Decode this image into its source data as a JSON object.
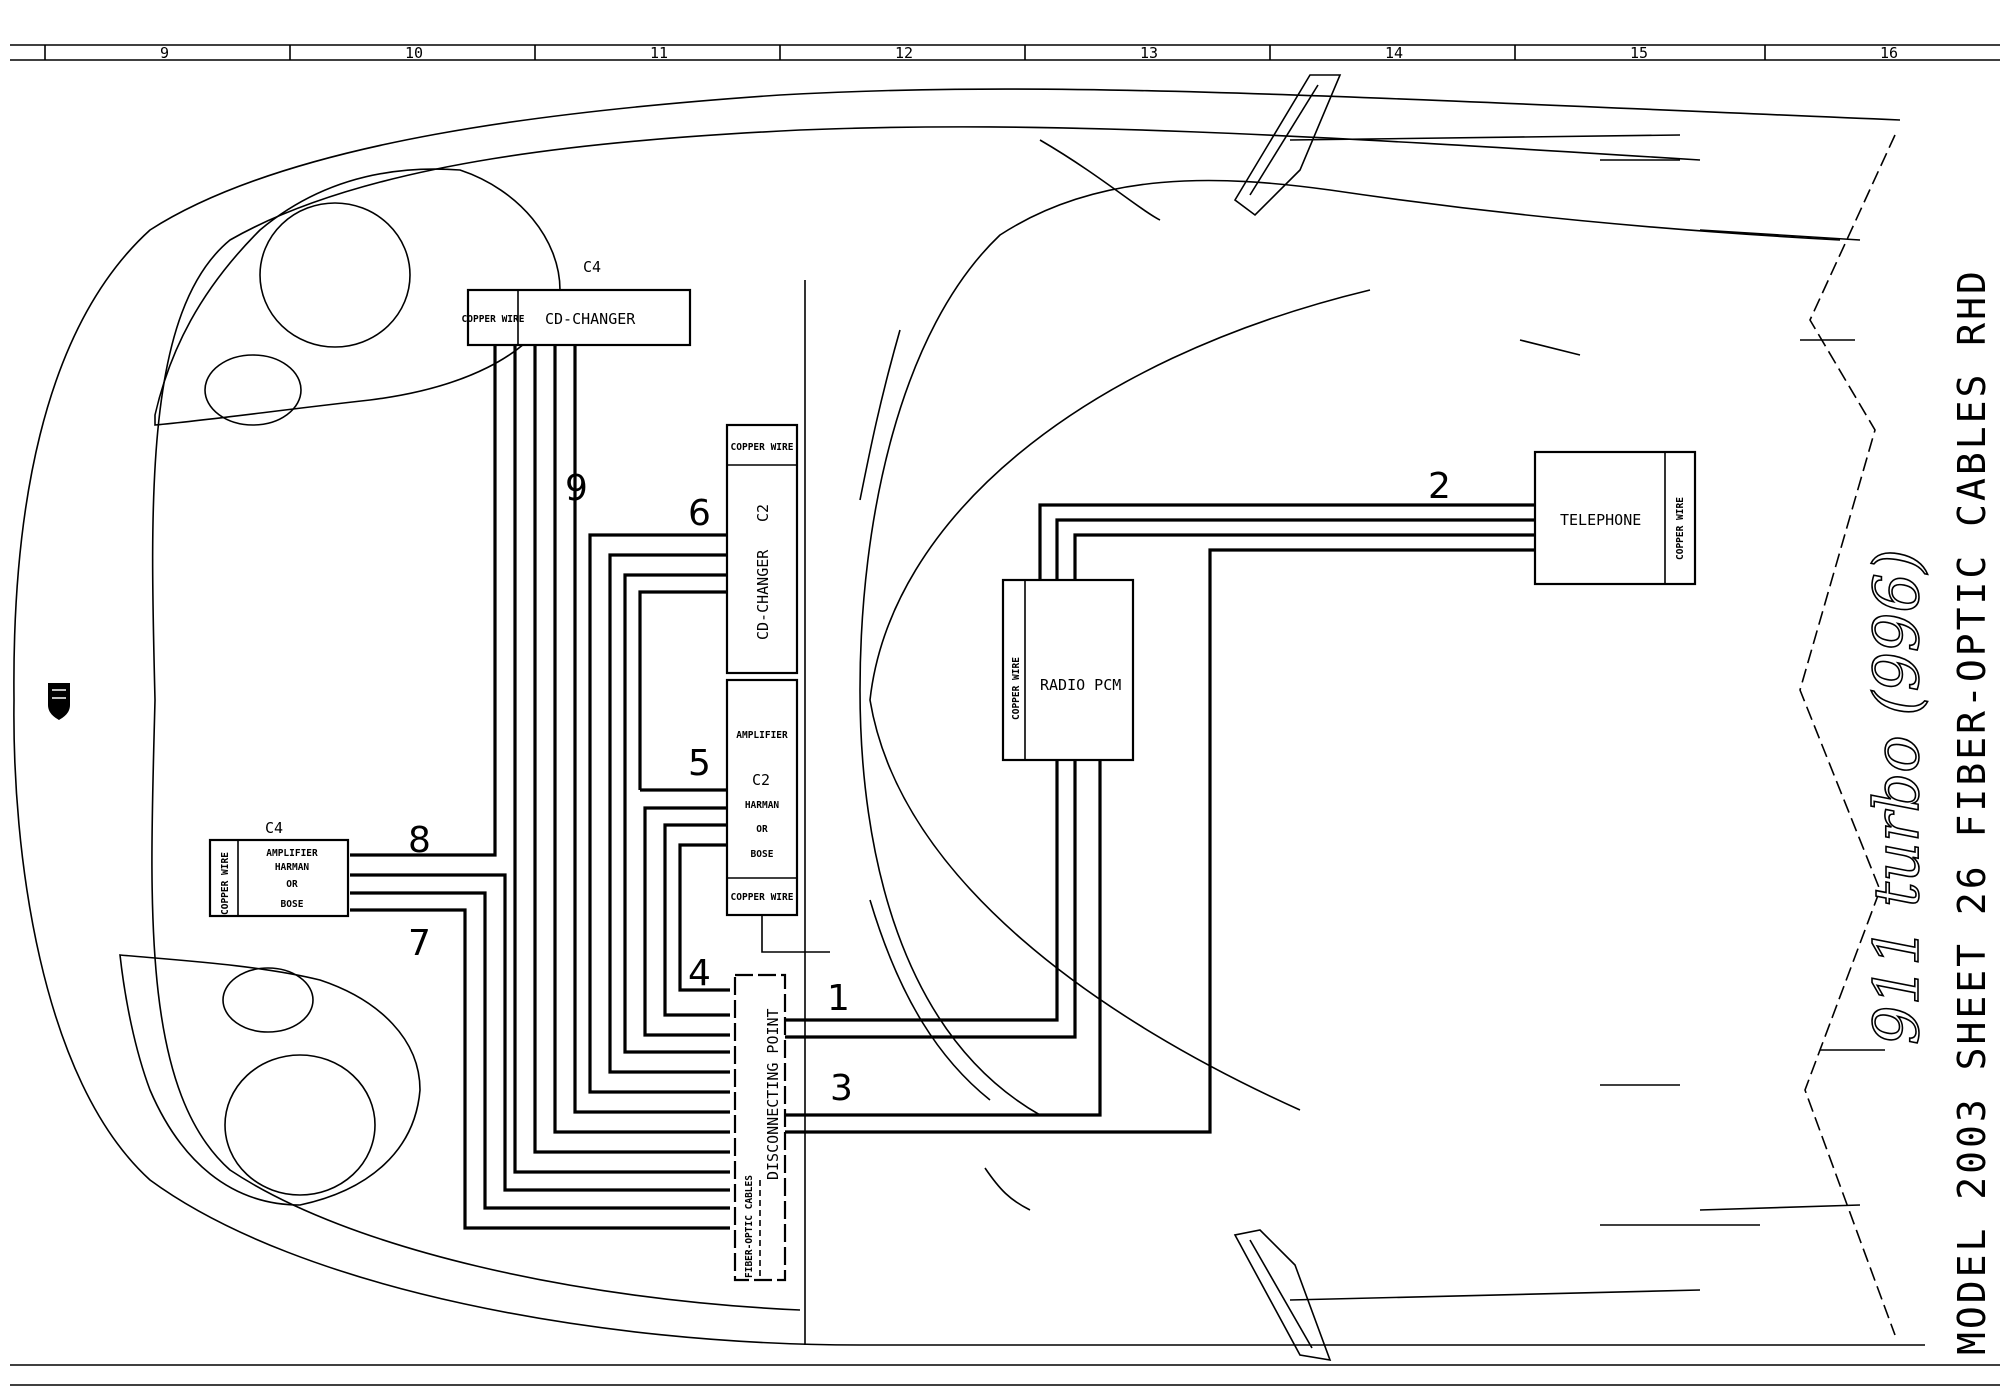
{
  "column_numbers": [
    "9",
    "10",
    "11",
    "12",
    "13",
    "14",
    "15",
    "16"
  ],
  "title": {
    "script": "911 turbo (996)",
    "line": "MODEL 2003   SHEET 26   FIBER-OPTIC CABLES RHD"
  },
  "components": {
    "cd_changer_c4": {
      "connector": "C4",
      "side_label": "COPPER WIRE",
      "name": "CD-CHANGER"
    },
    "cd_changer_c2": {
      "top_label": "COPPER WIRE",
      "name": "CD-CHANGER",
      "connector": "C2"
    },
    "amplifier_c2": {
      "title": "AMPLIFIER",
      "connector": "C2",
      "line1": "HARMAN",
      "line2": "OR",
      "line3": "BOSE",
      "bottom_label": "COPPER WIRE"
    },
    "amplifier_c4": {
      "connector": "C4",
      "side_label": "COPPER WIRE",
      "line1": "AMPLIFIER",
      "line2": "HARMAN",
      "line3": "OR",
      "line4": "BOSE"
    },
    "radio": {
      "side_label": "COPPER WIRE",
      "name": "RADIO PCM"
    },
    "telephone": {
      "name": "TELEPHONE",
      "side_label": "COPPER WIRE"
    },
    "disconnect": {
      "name": "DISCONNECTING POINT",
      "sub_label": "FIBER-OPTIC CABLES"
    }
  },
  "wire_numbers": [
    "1",
    "2",
    "3",
    "4",
    "5",
    "6",
    "7",
    "8",
    "9"
  ]
}
